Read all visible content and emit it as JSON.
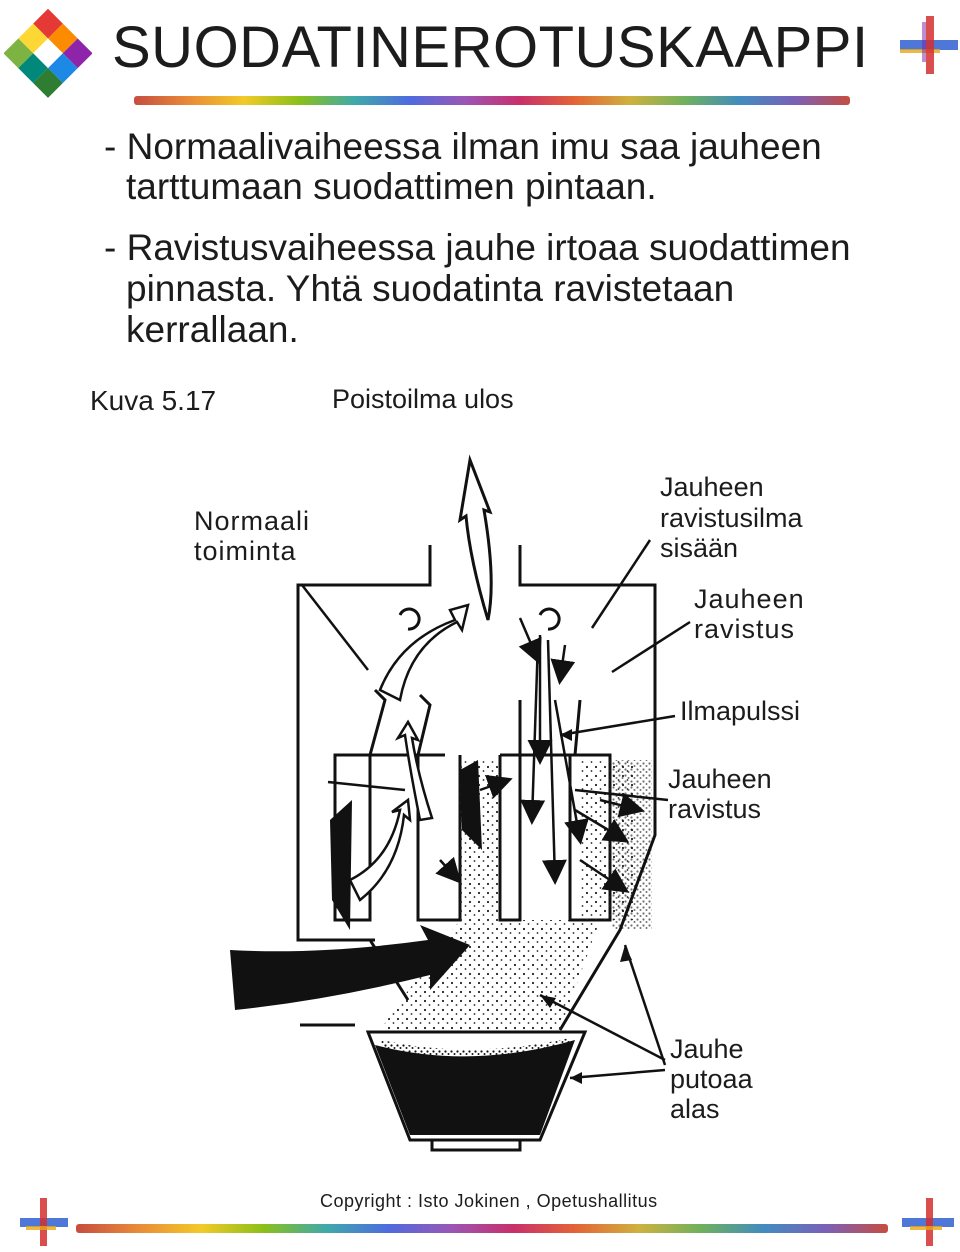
{
  "title": "SUODATINEROTUSKAAPPI",
  "bullets": [
    {
      "line1": "- Normaalivaiheessa ilman imu saa jauheen",
      "line2": "tarttumaan suodattimen pintaan."
    },
    {
      "line1": "- Ravistusvaiheessa jauhe irtoaa suodattimen",
      "line2": "pinnasta. Yhtä suodatinta ravistetaan",
      "line3": "kerrallaan."
    }
  ],
  "figure": {
    "caption": "Kuva 5.17",
    "labels": {
      "exhaust": "Poistoilma ulos",
      "normal_1": "Normaali",
      "normal_2": "toiminta",
      "shake_air_1": "Jauheen",
      "shake_air_2": "ravistusilma",
      "shake_air_3": "sisään",
      "shake_a_1": "Jauheen",
      "shake_a_2": "ravistus",
      "pulse": "Ilmapulssi",
      "shake_b_1": "Jauheen",
      "shake_b_2": "ravistus",
      "fall_1": "Jauhe",
      "fall_2": "putoaa",
      "fall_3": "alas"
    }
  },
  "footer": {
    "copyright": "Copyright : Isto Jokinen , Opetushallitus"
  },
  "icons": {
    "logo": "diamond-logo-icon",
    "corner": "crosshair-icon"
  },
  "colors": {
    "logo": [
      "#e53935",
      "#f9a825",
      "#8e24aa",
      "#43a047",
      "#1e88e5",
      "#00897b"
    ],
    "cross_h": "#2f5fd0",
    "cross_v": "#d32f2f"
  }
}
